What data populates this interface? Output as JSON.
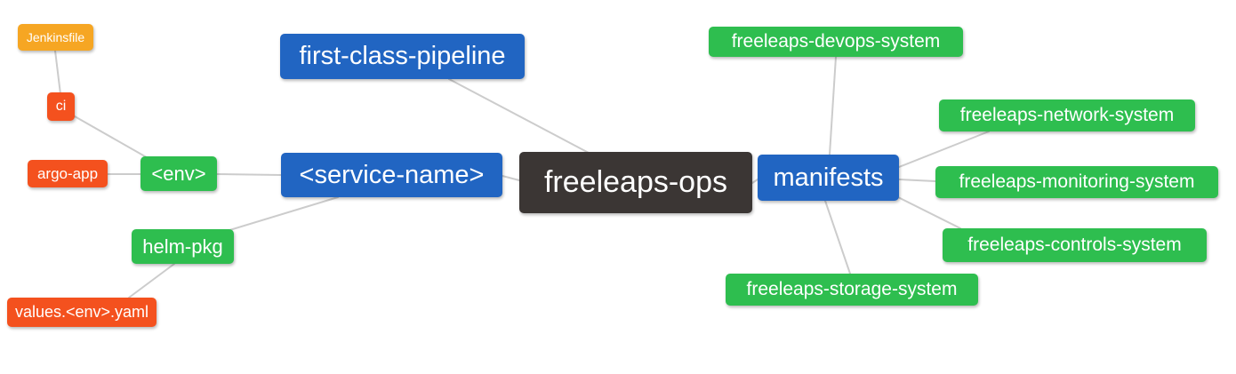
{
  "diagram": {
    "type": "mindmap",
    "root": "freeleaps-ops",
    "colors": {
      "root_bg": "#3b3634",
      "branch_blue_bg": "#2165c2",
      "leaf_green_bg": "#2ebe4f",
      "leaf_red_bg": "#f4511e",
      "leaf_amber_bg": "#f6a623",
      "node_text": "#ffffff",
      "edge_line": "#cccccc",
      "background": "#ffffff"
    },
    "nodes": {
      "jenkinsfile": {
        "label": "Jenkinsfile"
      },
      "ci": {
        "label": "ci"
      },
      "argo_app": {
        "label": "argo-app"
      },
      "env": {
        "label": "<env>"
      },
      "helm_pkg": {
        "label": "helm-pkg"
      },
      "values_env_yaml": {
        "label": "values.<env>.yaml"
      },
      "first_class_pipeline": {
        "label": "first-class-pipeline"
      },
      "service_name": {
        "label": "<service-name>"
      },
      "freeleaps_ops": {
        "label": "freeleaps-ops"
      },
      "manifests": {
        "label": "manifests"
      },
      "devops_system": {
        "label": "freeleaps-devops-system"
      },
      "network_system": {
        "label": "freeleaps-network-system"
      },
      "monitoring_system": {
        "label": "freeleaps-monitoring-system"
      },
      "controls_system": {
        "label": "freeleaps-controls-system"
      },
      "storage_system": {
        "label": "freeleaps-storage-system"
      }
    },
    "edges": [
      {
        "from": "jenkinsfile",
        "to": "ci"
      },
      {
        "from": "ci",
        "to": "env"
      },
      {
        "from": "argo_app",
        "to": "env"
      },
      {
        "from": "env",
        "to": "service_name"
      },
      {
        "from": "helm_pkg",
        "to": "service_name"
      },
      {
        "from": "values_env_yaml",
        "to": "helm_pkg"
      },
      {
        "from": "first_class_pipeline",
        "to": "freeleaps_ops"
      },
      {
        "from": "service_name",
        "to": "freeleaps_ops"
      },
      {
        "from": "freeleaps_ops",
        "to": "manifests"
      },
      {
        "from": "manifests",
        "to": "devops_system"
      },
      {
        "from": "manifests",
        "to": "network_system"
      },
      {
        "from": "manifests",
        "to": "monitoring_system"
      },
      {
        "from": "manifests",
        "to": "controls_system"
      },
      {
        "from": "manifests",
        "to": "storage_system"
      }
    ]
  }
}
